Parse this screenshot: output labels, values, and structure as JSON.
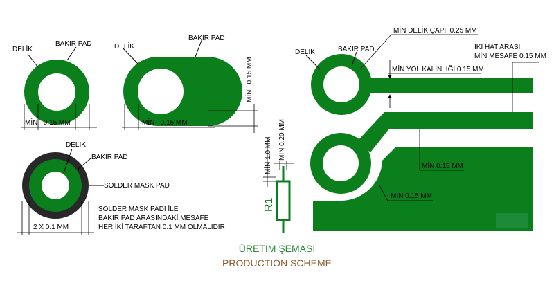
{
  "colors": {
    "copper": "#0a7f1c",
    "mask": "#282828",
    "hole": "#ffffff",
    "line": "#000000",
    "title_tr": "#2e8b3e",
    "title_en": "#8b5a2b",
    "fill_box": "#1d8a3a"
  },
  "fig1": {
    "hole_label": "DELİK",
    "pad_label": "BAKIR PAD",
    "dim_label": "MİN   0.15 MM"
  },
  "fig2": {
    "hole_label": "DELİK",
    "pad_label": "BAKIR PAD",
    "dim_h_label": "MİN   0.15 MM",
    "dim_v_label": "MİN   0.15 MM"
  },
  "fig3": {
    "hole_label": "DELİK",
    "pad_label": "BAKIR PAD",
    "mask_label": "SOLDER MASK PAD",
    "dim_label": "2 X 0.1 MM",
    "note_lines": [
      "SOLDER MASK PADI İLE",
      "BAKIR PAD ARASINDAKİ MESAFE",
      "HER İKİ TARAFTAN 0.1 MM OLMALIDIR"
    ]
  },
  "fig4": {
    "resistor_label": "R1",
    "dim_a_label": "MİN 1.0 MM",
    "dim_b_label": "MİN 0.20 MM"
  },
  "fig5": {
    "hole_label": "DELİK",
    "pad_label": "BAKIR PAD",
    "min_hole_label": "MİN DELİK ÇAPI  0.25 MM",
    "track_gap_label_1": "IKI HAT ARASI",
    "track_gap_label_2": "MİN MESAFE 0.15 MM",
    "track_width_label": "MİN YOL KALINLIĞI 0.15 MM",
    "pad_pour_label": "MİN 0.15 MM",
    "pour_label": "MİN 0.15 MM"
  },
  "footer": {
    "title_tr": "ÜRETİM ŞEMASI",
    "title_en": "PRODUCTION SCHEME"
  }
}
